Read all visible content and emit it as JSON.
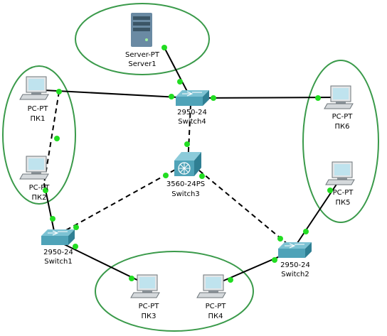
{
  "colors": {
    "group_ellipse": "#3a9a4a",
    "link": "#000000",
    "port_up": "#22dd22",
    "switch_body": "#4fa3b8",
    "server_body": "#6a8aa3",
    "pc_screen": "#bfe3ee"
  },
  "devices": [
    {
      "id": "server1",
      "icon": "server-icon",
      "model": "Server-PT",
      "name": "Server1"
    },
    {
      "id": "switch4",
      "icon": "switch-icon",
      "model": "2950-24",
      "name": "Switch4"
    },
    {
      "id": "pk1",
      "icon": "pc-icon",
      "model": "PC-PT",
      "name": "ПК1"
    },
    {
      "id": "pk2",
      "icon": "pc-icon",
      "model": "PC-PT",
      "name": "ПК2"
    },
    {
      "id": "pk6",
      "icon": "pc-icon",
      "model": "PC-PT",
      "name": "ПК6"
    },
    {
      "id": "pk5",
      "icon": "pc-icon",
      "model": "PC-PT",
      "name": "ПК5"
    },
    {
      "id": "switch3",
      "icon": "multilayer-switch-icon",
      "model": "3560-24PS",
      "name": "Switch3"
    },
    {
      "id": "switch1",
      "icon": "switch-icon",
      "model": "2950-24",
      "name": "Switch1"
    },
    {
      "id": "switch2",
      "icon": "switch-icon",
      "model": "2950-24",
      "name": "Switch2"
    },
    {
      "id": "pk3",
      "icon": "pc-icon",
      "model": "PC-PT",
      "name": "ПК3"
    },
    {
      "id": "pk4",
      "icon": "pc-icon",
      "model": "PC-PT",
      "name": "ПК4"
    }
  ],
  "links": [
    {
      "from": "server1",
      "to": "switch4",
      "style": "solid"
    },
    {
      "from": "pk1",
      "to": "switch4",
      "style": "solid"
    },
    {
      "from": "switch4",
      "to": "pk6",
      "style": "solid"
    },
    {
      "from": "pk1",
      "to": "pk2",
      "style": "dashed"
    },
    {
      "from": "switch4",
      "to": "switch3",
      "style": "dashed"
    },
    {
      "from": "pk2",
      "to": "switch1",
      "style": "solid"
    },
    {
      "from": "switch3",
      "to": "switch1",
      "style": "dashed"
    },
    {
      "from": "switch3",
      "to": "switch2",
      "style": "dashed"
    },
    {
      "from": "pk5",
      "to": "switch2",
      "style": "solid"
    },
    {
      "from": "switch1",
      "to": "pk3",
      "style": "solid"
    },
    {
      "from": "switch2",
      "to": "pk4",
      "style": "solid"
    }
  ],
  "groups": [
    {
      "id": "group-server",
      "members": [
        "server1"
      ]
    },
    {
      "id": "group-left",
      "members": [
        "pk1",
        "pk2"
      ]
    },
    {
      "id": "group-right",
      "members": [
        "pk6",
        "pk5"
      ]
    },
    {
      "id": "group-bottom",
      "members": [
        "pk3",
        "pk4"
      ]
    }
  ]
}
